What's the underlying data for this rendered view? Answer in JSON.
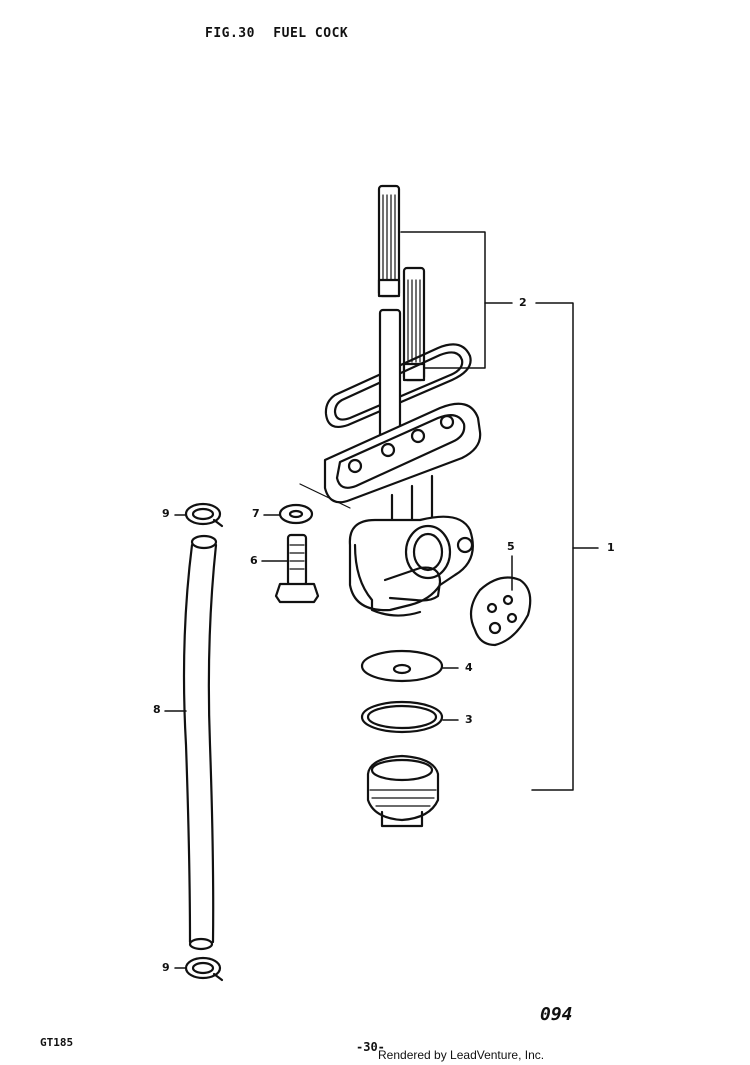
{
  "header": {
    "fig_number": "FIG.30",
    "fig_title": "FUEL COCK"
  },
  "callouts": {
    "c1": "1",
    "c2": "2",
    "c3": "3",
    "c4": "4",
    "c5": "5",
    "c6": "6",
    "c7": "7",
    "c8": "8",
    "c9a": "9",
    "c9b": "9"
  },
  "footer": {
    "model": "GT185",
    "page": "-30-",
    "credit": "Rendered by LeadVenture, Inc.",
    "drawing_code": "094"
  }
}
